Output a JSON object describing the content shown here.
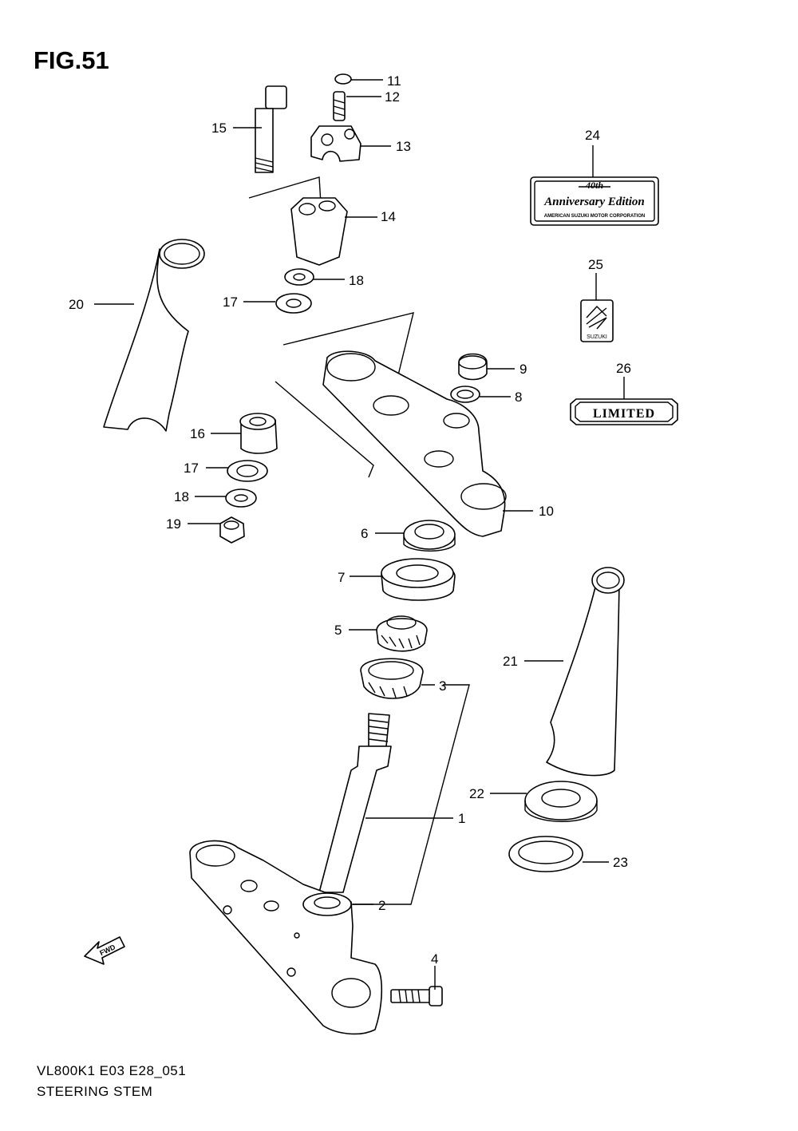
{
  "figure_label": "FIG.51",
  "footer": {
    "model_code": "VL800K1 E03 E28_051",
    "section_title": "STEERING STEM"
  },
  "callouts": [
    "1",
    "2",
    "3",
    "4",
    "5",
    "6",
    "7",
    "8",
    "9",
    "10",
    "11",
    "12",
    "13",
    "14",
    "15",
    "16",
    "17",
    "17",
    "18",
    "18",
    "19",
    "20",
    "21",
    "22",
    "23",
    "24",
    "25",
    "26"
  ],
  "badges": {
    "anniversary_number": "40th",
    "anniversary_title": "Anniversary Edition",
    "anniversary_company": "AMERICAN SUZUKI MOTOR CORPORATION",
    "suzuki_emblem": "SUZUKI",
    "limited_plate": "LIMITED"
  },
  "fwd_arrow": "FWD"
}
